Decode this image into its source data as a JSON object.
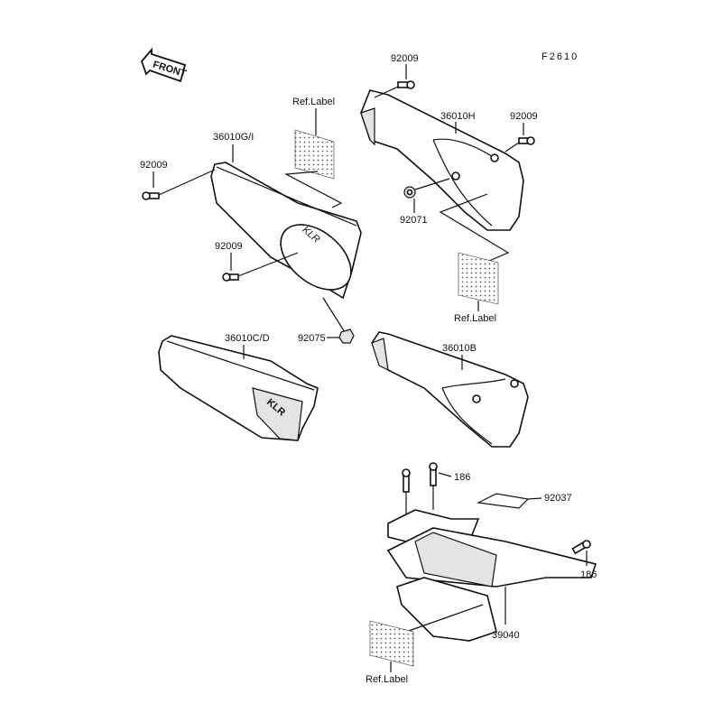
{
  "diagram_code": "F2610",
  "front_arrow": "FRONT",
  "parts": {
    "bolt_top": "92009",
    "cover_h": "36010H",
    "bolt_right": "92009",
    "ref_label_top": "Ref.Label",
    "cover_gi": "36010G/I",
    "bolt_left": "92009",
    "bolt_mid": "92009",
    "grommet": "92071",
    "ref_label_right": "Ref.Label",
    "nut": "92075",
    "cover_cd": "36010C/D",
    "cover_b": "36010B",
    "bolt_186_top": "186",
    "clip": "92037",
    "bolt_186_right": "186",
    "guard": "39040",
    "ref_label_bottom": "Ref.Label"
  },
  "decal_text": "KLR"
}
